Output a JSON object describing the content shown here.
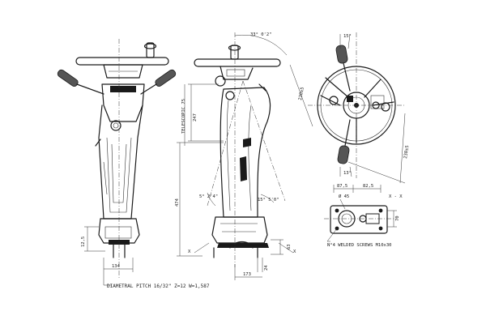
{
  "dimensions": {
    "front_height_label": "12,5",
    "front_width": "134",
    "pitch_note": "DIAMETRAL PITCH 16/32\" Z=12 W=1,587",
    "side_upper_height": "247",
    "telescopic": "TELESCOPIC 75",
    "side_total_height": "474",
    "tilt_angle_top": "33° 0'2\"",
    "tilt_angle_left": "5° 2'4\"",
    "tilt_angle_right": "15° 5'0\"",
    "base_offset": "173",
    "base_small": "24",
    "base_height": "63",
    "top_angle": "15°",
    "bottom_angle": "13°",
    "left_dim": "230±5",
    "right_dim": "230±5",
    "mount_width_a": "87,5",
    "mount_width_b": "82,5",
    "hole_dia": "Ø 45",
    "section_label": "X - X",
    "mount_height": "70",
    "screws_note": "N°4 WELDED SCREWS M10x30"
  }
}
